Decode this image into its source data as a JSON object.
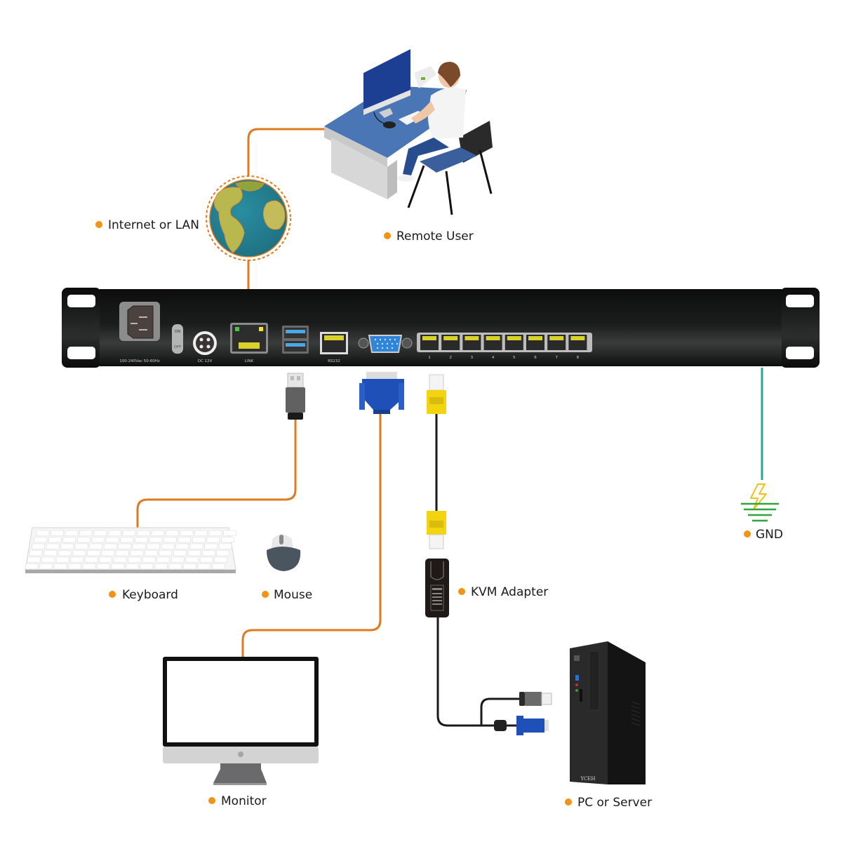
{
  "title": "IP KVM switch connection diagram",
  "colors": {
    "accent": "#f39314",
    "cable_orange": "#e07a1f",
    "cable_black": "#1a1a1a",
    "ground_cable": "#2aa39a",
    "ground_lines": "#2fa53a",
    "bolt": "#f2c318",
    "chassis": "#151515",
    "vga_blue": "#1f50b8",
    "rj45_yellow": "#f2d411"
  },
  "labels": {
    "internet": "Internet or LAN",
    "remote_user": "Remote User",
    "keyboard": "Keyboard",
    "mouse": "Mouse",
    "kvm_adapter": "KVM Adapter",
    "monitor": "Monitor",
    "pc_server": "PC or Server",
    "gnd": "GND"
  },
  "device": {
    "power_label": "100-240Vac 50-60Hz",
    "switch_on": "ON",
    "switch_off": "OFF",
    "dc_label": "DC 12V",
    "lan_label": "LINK",
    "serial_label": "RS232",
    "ports": [
      "1",
      "2",
      "3",
      "4",
      "5",
      "6",
      "7",
      "8"
    ]
  },
  "pc": {
    "brand": "YCEH"
  }
}
